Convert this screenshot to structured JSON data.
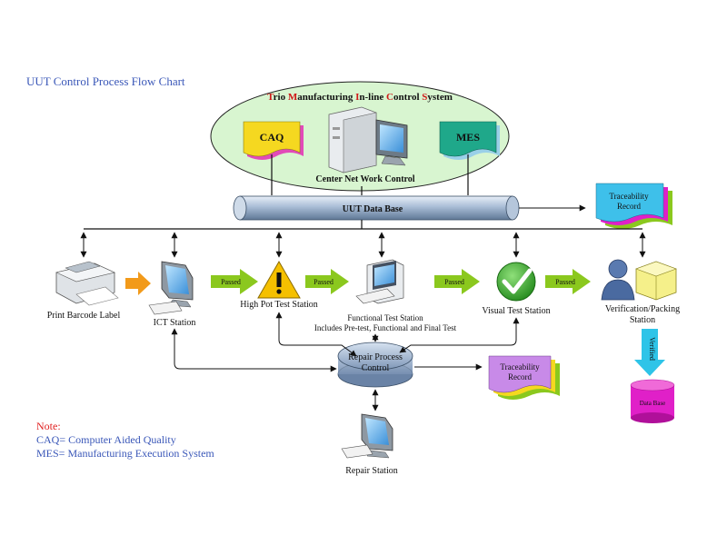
{
  "title": "UUT Control Process Flow Chart",
  "system_title": {
    "parts": [
      {
        "cap": "T",
        "rest": "rio "
      },
      {
        "cap": "M",
        "rest": "anufacturing "
      },
      {
        "cap": "I",
        "rest": "n-line "
      },
      {
        "cap": "C",
        "rest": "ontrol "
      },
      {
        "cap": "S",
        "rest": "ystem"
      }
    ]
  },
  "cap_label": "CAQ",
  "mes_label": "MES",
  "center_label": "Center Net Work Control",
  "database_label": "UUT Data Base",
  "traceability_top": [
    "Traceability",
    "Record"
  ],
  "traceability_bottom": [
    "Traceability",
    "Record"
  ],
  "stations": {
    "print": "Print Barcode Label",
    "ict": "ICT Station",
    "highpot": "High Pot Test Station",
    "functional": [
      "Functional Test Station",
      "Includes Pre-test, Functional and Final Test"
    ],
    "visual": "Visual Test Station",
    "verification": [
      "Verification/Packing",
      "Station"
    ],
    "repair": "Repair Station"
  },
  "repair_control": [
    "Repair Process",
    "Control"
  ],
  "passed_label": "Passed",
  "verified_label": "Verified",
  "data_base_label": "Data Base",
  "note": {
    "title": "Note:",
    "lines": [
      "CAQ= Computer Aided Quality",
      "MES= Manufacturing Execution System"
    ]
  },
  "colors": {
    "ellipse": "#d8f5d0",
    "caq_doc": "#f5d820",
    "mes_doc": "#1fa88a",
    "arrow_green": "#8bc81e",
    "arrow_orange": "#f29a1a",
    "arrow_cyan": "#2ec4e8",
    "magenta": "#e020c8",
    "warning_yellow": "#f5c000",
    "check_green": "#3aaa2a"
  }
}
